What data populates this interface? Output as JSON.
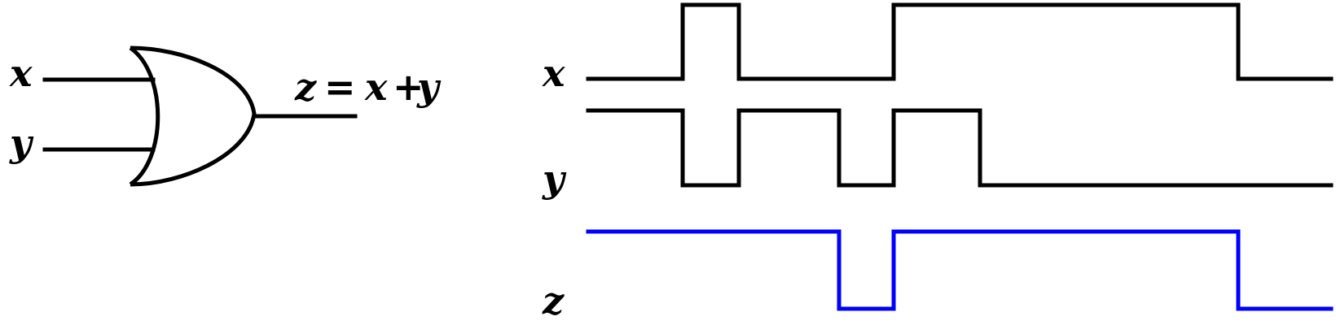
{
  "gate": {
    "type": "OR",
    "input_labels": [
      "x",
      "y"
    ],
    "output_expression": {
      "lhs": "z",
      "equals": "=",
      "term1": "x",
      "plus": "+",
      "term2": "y"
    }
  },
  "timing": {
    "labels": {
      "x": "x",
      "y": "y",
      "z": "z"
    },
    "colors": {
      "x": "#000000",
      "y": "#000000",
      "z": "#0000ff"
    },
    "signals": {
      "x": [
        0,
        1,
        0,
        0,
        1,
        1,
        0
      ],
      "y": [
        1,
        0,
        1,
        0,
        1,
        0,
        0
      ],
      "z": [
        1,
        1,
        1,
        0,
        1,
        1,
        0
      ]
    }
  }
}
